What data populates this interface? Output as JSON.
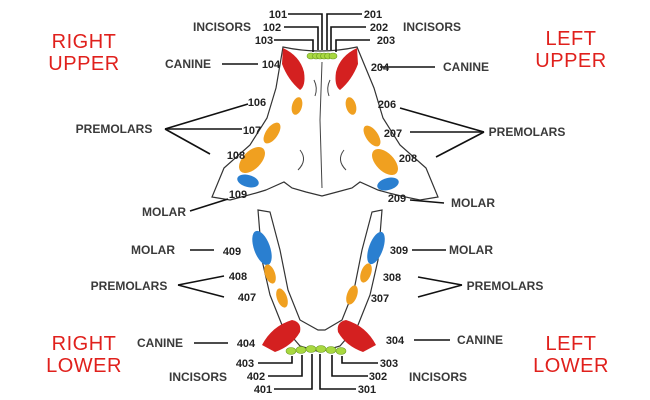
{
  "quadrants": {
    "right_upper": [
      "RIGHT",
      "UPPER"
    ],
    "left_upper": [
      "LEFT",
      "UPPER"
    ],
    "right_lower": [
      "RIGHT",
      "LOWER"
    ],
    "left_lower": [
      "LEFT",
      "LOWER"
    ]
  },
  "labels": {
    "incisors_ul": "INCISORS",
    "incisors_ur": "INCISORS",
    "canine_ul": "CANINE",
    "canine_ur": "CANINE",
    "premolars_ul": "PREMOLARS",
    "premolars_ur": "PREMOLARS",
    "molar_ul": "MOLAR",
    "molar_ur": "MOLAR",
    "molar_ll": "MOLAR",
    "molar_lr": "MOLAR",
    "premolars_ll": "PREMOLARS",
    "premolars_lr": "PREMOLARS",
    "canine_ll": "CANINE",
    "canine_lr": "CANINE",
    "incisors_ll": "INCISORS",
    "incisors_lr": "INCISORS"
  },
  "teeth": {
    "t101": "101",
    "t102": "102",
    "t103": "103",
    "t104": "104",
    "t106": "106",
    "t107": "107",
    "t108": "108",
    "t109": "109",
    "t201": "201",
    "t202": "202",
    "t203": "203",
    "t204": "204",
    "t206": "206",
    "t207": "207",
    "t208": "208",
    "t209": "209",
    "t301": "301",
    "t302": "302",
    "t303": "303",
    "t304": "304",
    "t307": "307",
    "t308": "308",
    "t309": "309",
    "t401": "401",
    "t402": "402",
    "t403": "403",
    "t404": "404",
    "t407": "407",
    "t408": "408",
    "t409": "409"
  },
  "colors": {
    "canine": "#d42020",
    "premolar": "#f0a020",
    "molar": "#2a7fd0",
    "incisor": "#a8d840",
    "quadrant_text": "#e0201c"
  }
}
